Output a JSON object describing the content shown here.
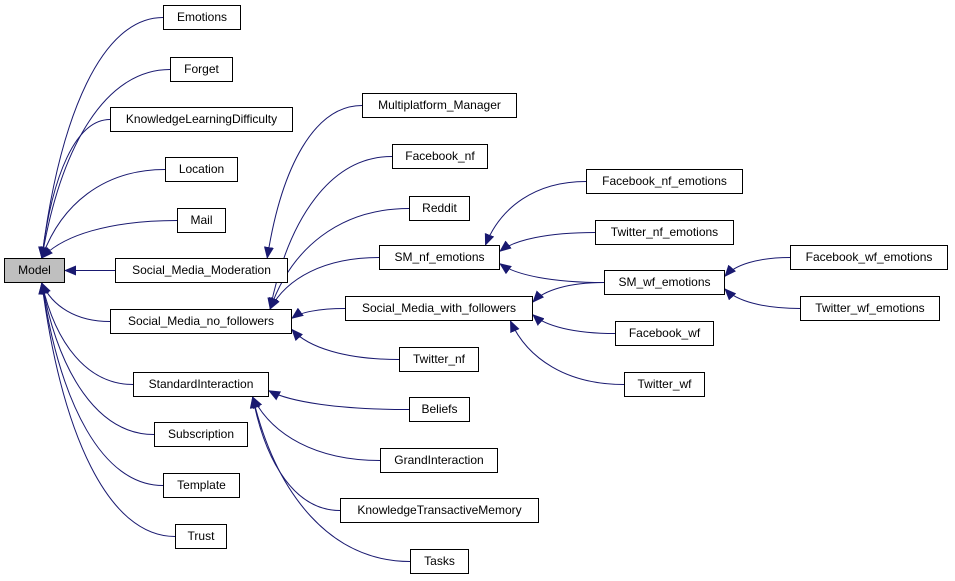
{
  "diagram": {
    "root": "Model",
    "nodes": {
      "model": "Model",
      "emotions": "Emotions",
      "forget": "Forget",
      "knowledge_learning_difficulty": "KnowledgeLearningDifficulty",
      "location": "Location",
      "mail": "Mail",
      "social_media_moderation": "Social_Media_Moderation",
      "social_media_no_followers": "Social_Media_no_followers",
      "standard_interaction": "StandardInteraction",
      "subscription": "Subscription",
      "template": "Template",
      "trust": "Trust",
      "multiplatform_manager": "Multiplatform_Manager",
      "facebook_nf": "Facebook_nf",
      "reddit": "Reddit",
      "sm_nf_emotions": "SM_nf_emotions",
      "social_media_with_followers": "Social_Media_with_followers",
      "twitter_nf": "Twitter_nf",
      "beliefs": "Beliefs",
      "grand_interaction": "GrandInteraction",
      "knowledge_transactive_memory": "KnowledgeTransactiveMemory",
      "tasks": "Tasks",
      "facebook_nf_emotions": "Facebook_nf_emotions",
      "twitter_nf_emotions": "Twitter_nf_emotions",
      "sm_wf_emotions": "SM_wf_emotions",
      "facebook_wf": "Facebook_wf",
      "twitter_wf": "Twitter_wf",
      "facebook_wf_emotions": "Facebook_wf_emotions",
      "twitter_wf_emotions": "Twitter_wf_emotions"
    },
    "edges": [
      [
        "emotions",
        "model"
      ],
      [
        "forget",
        "model"
      ],
      [
        "knowledge_learning_difficulty",
        "model"
      ],
      [
        "location",
        "model"
      ],
      [
        "mail",
        "model"
      ],
      [
        "social_media_moderation",
        "model"
      ],
      [
        "social_media_no_followers",
        "model"
      ],
      [
        "standard_interaction",
        "model"
      ],
      [
        "subscription",
        "model"
      ],
      [
        "template",
        "model"
      ],
      [
        "trust",
        "model"
      ],
      [
        "multiplatform_manager",
        "social_media_moderation"
      ],
      [
        "facebook_nf",
        "social_media_no_followers"
      ],
      [
        "reddit",
        "social_media_no_followers"
      ],
      [
        "sm_nf_emotions",
        "social_media_no_followers"
      ],
      [
        "social_media_with_followers",
        "social_media_no_followers"
      ],
      [
        "twitter_nf",
        "social_media_no_followers"
      ],
      [
        "beliefs",
        "standard_interaction"
      ],
      [
        "grand_interaction",
        "standard_interaction"
      ],
      [
        "knowledge_transactive_memory",
        "standard_interaction"
      ],
      [
        "tasks",
        "standard_interaction"
      ],
      [
        "facebook_nf_emotions",
        "sm_nf_emotions"
      ],
      [
        "twitter_nf_emotions",
        "sm_nf_emotions"
      ],
      [
        "sm_wf_emotions",
        "sm_nf_emotions"
      ],
      [
        "sm_wf_emotions",
        "social_media_with_followers"
      ],
      [
        "facebook_wf",
        "social_media_with_followers"
      ],
      [
        "twitter_wf",
        "social_media_with_followers"
      ],
      [
        "facebook_wf_emotions",
        "sm_wf_emotions"
      ],
      [
        "twitter_wf_emotions",
        "sm_wf_emotions"
      ]
    ],
    "colors": {
      "edge": "#191970",
      "root_fill": "#bfbfbf",
      "node_fill": "#ffffff",
      "border": "#000000"
    }
  }
}
